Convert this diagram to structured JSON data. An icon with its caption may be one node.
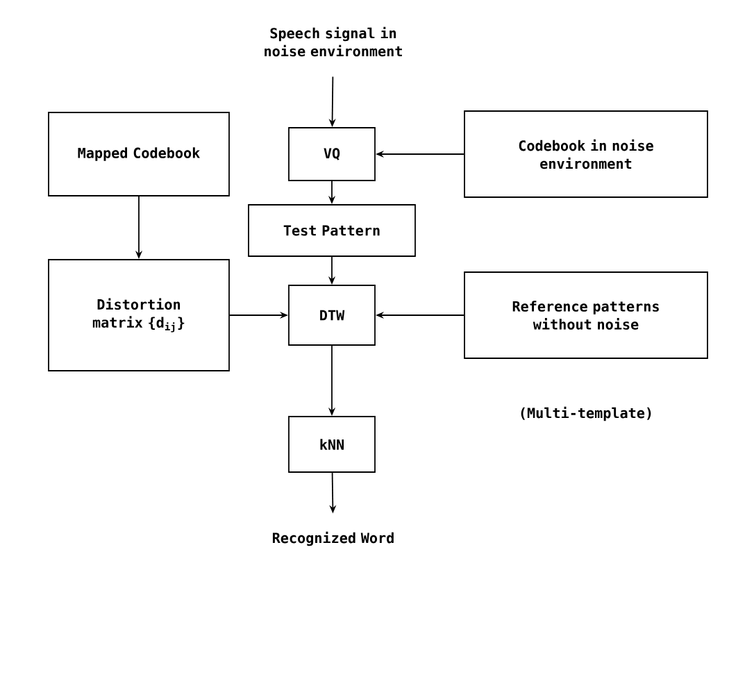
{
  "diagram": {
    "nodes": [
      {
        "text": [
          "Speech signal in noise environment"
        ]
      },
      {
        "text": [
          "VQ"
        ]
      },
      {
        "text": [
          "Codebook in noise environment"
        ]
      },
      {
        "text": [
          "Mapped Codebook"
        ]
      },
      {
        "text": [
          "Test Pattern"
        ]
      },
      {
        "text": [
          "Distortion matrix {d$_{ij}$}"
        ]
      },
      {
        "text": [
          "DTW"
        ]
      },
      {
        "text": [
          "Reference patterns without noise"
        ],
        "beside": [
          "(Multi-template)"
        ]
      },
      {
        "text": [
          "kNN"
        ]
      },
      {
        "text": [
          "Recognized Word"
        ]
      }
    ],
    "edges": [
      {
        "from": 0,
        "to": 1,
        "arrow": "to"
      },
      {
        "from": 2,
        "to": 1,
        "arrow": "to"
      },
      {
        "from": 1,
        "to": 4,
        "arrow": "to"
      },
      {
        "from": 3,
        "to": 5,
        "arrow": "to"
      },
      {
        "from": 4,
        "to": 6,
        "arrow": "to"
      },
      {
        "from": 5,
        "to": 6,
        "arrow": "to"
      },
      {
        "from": 7,
        "to": 6,
        "arrow": "to"
      },
      {
        "from": 6,
        "to": 8,
        "arrow": "to"
      },
      {
        "from": 8,
        "to": 9,
        "arrow": "to"
      }
    ]
  }
}
